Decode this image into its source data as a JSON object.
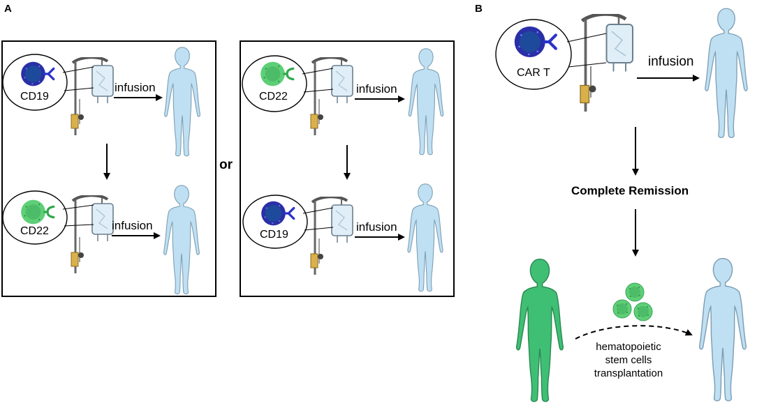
{
  "panels": {
    "a": {
      "label": "A"
    },
    "b": {
      "label": "B"
    }
  },
  "or_label": "or",
  "infusion_label": "infusion",
  "antigens": {
    "cd19": "CD19",
    "cd22": "CD22"
  },
  "car_t_label": "CAR T",
  "complete_remission": "Complete Remission",
  "hsct_lines": [
    "hematopoietic",
    "stem cells",
    "transplantation"
  ],
  "colors": {
    "body_fill": "#bfe0f2",
    "body_stroke": "#7f9fb5",
    "donor_body_fill": "#3fbf73",
    "donor_body_stroke": "#2d8a55",
    "cd19_cell": "#2a2fa8",
    "cd19_receptor": "#2a32c8",
    "cd22_cell": "#5ecf77",
    "cd22_receptor": "#2fa84a",
    "bag_fill": "#dfeef7",
    "clamp_fill": "#d9b04a"
  }
}
